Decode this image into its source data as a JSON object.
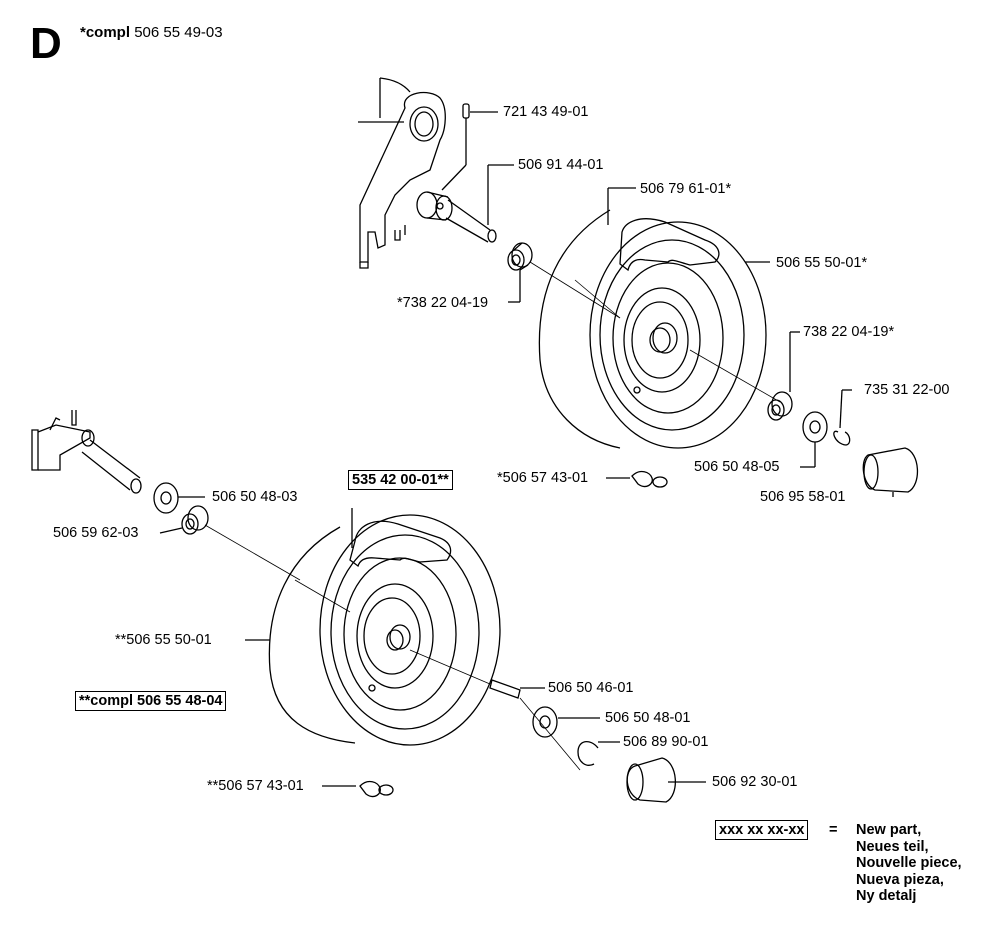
{
  "header": {
    "section_letter": "D",
    "compl_prefix": "*compl",
    "compl_number": "506 55 49-03"
  },
  "labels": {
    "pin": "721 43 49-01",
    "axle_upper": "506 91 44-01",
    "rim_upper": "506 79 61-01*",
    "tire_upper": "506 55 50-01*",
    "bushing_upper_left": "*738 22 04-19",
    "bushing_upper_right": "738 22 04-19*",
    "clip_upper": "735 31 22-00",
    "washer_upper": "506 50 48-05",
    "cap_upper": "506 95 58-01",
    "valve_upper": "*506 57 43-01",
    "new_assembly": "535 42 00-01**",
    "washer_lower_left": "506 50 48-03",
    "bushing_lower": "506 59 62-03",
    "tire_lower": "**506 55 50-01",
    "compl_lower": "**compl 506 55 48-04",
    "key_lower": "506 50 46-01",
    "washer_lower_right": "506 50 48-01",
    "clip_lower": "506 89 90-01",
    "cap_lower": "506 92 30-01",
    "valve_lower": "**506 57 43-01"
  },
  "legend": {
    "box": "xxx xx xx-xx",
    "equals": "=",
    "lines": [
      "New part,",
      "Neues teil,",
      "Nouvelle piece,",
      "Nueva pieza,",
      "Ny detalj"
    ]
  }
}
